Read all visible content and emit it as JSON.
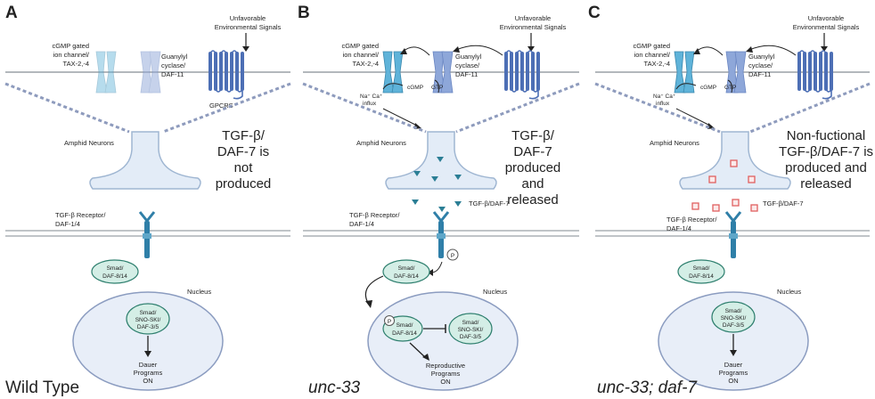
{
  "panels": [
    {
      "letter": "A",
      "title": "Wild Type",
      "title_italic": false,
      "signals": [
        "Unfavorable",
        "Environmental Signals"
      ],
      "channel_label": [
        "cGMP gated",
        "ion channel/",
        "TAX-2,-4"
      ],
      "cyclase_label": [
        "Guanylyl",
        "cyclase/",
        "DAF-11"
      ],
      "gpcr_label": "GPCRS",
      "neuron_label": "Amphid Neurons",
      "daf7_status": [
        "TGF-β/",
        "DAF-7 is",
        "not",
        "produced"
      ],
      "receptor_label": [
        "TGF-β Receptor/",
        "DAF-1/4"
      ],
      "smad_label": [
        "Smad/",
        "DAF-8/14"
      ],
      "nucleus_label": "Nucleus",
      "complex_label": [
        "Smad/",
        "SNO-SKI/",
        "DAF-3/5"
      ],
      "outcome": [
        "Dauer",
        "Programs",
        "ON"
      ]
    },
    {
      "letter": "B",
      "title": "unc-33",
      "title_italic": true,
      "signals": [
        "Unfavorable",
        "Environmental Signals"
      ],
      "channel_label": [
        "cGMP gated",
        "ion channel/",
        "TAX-2,-4"
      ],
      "cyclase_label": [
        "Guanylyl",
        "cyclase/",
        "DAF-11"
      ],
      "cgmp_label": "cGMP",
      "gtp_label": "GTP",
      "influx_label": [
        "Na⁺ Ca⁺",
        "influx"
      ],
      "neuron_label": "Amphid Neurons",
      "daf7_status": [
        "TGF-β/",
        "DAF-7",
        "produced",
        "and",
        "released"
      ],
      "ligand_label": "TGF-β/DAF-7",
      "receptor_label": [
        "TGF-β Receptor/",
        "DAF-1/4"
      ],
      "p_label": "P",
      "smad_label": [
        "Smad/",
        "DAF-8/14"
      ],
      "nucleus_label": "Nucleus",
      "complex_label": [
        "Smad/",
        "SNO-SKI/",
        "DAF-3/5"
      ],
      "outcome": [
        "Reproductive",
        "Programs",
        "ON"
      ]
    },
    {
      "letter": "C",
      "title": "unc-33; daf-7",
      "title_italic": true,
      "signals": [
        "Unfavorable",
        "Environmental Signals"
      ],
      "channel_label": [
        "cGMP gated",
        "ion channel/",
        "TAX-2,-4"
      ],
      "cyclase_label": [
        "Guanylyl",
        "cyclase/",
        "DAF-11"
      ],
      "cgmp_label": "cGMP",
      "gtp_label": "GTP",
      "influx_label": [
        "Na⁺ Ca⁺",
        "influx"
      ],
      "neuron_label": "Amphid Neurons",
      "daf7_status": [
        "Non-fuctional",
        "TGF-β/DAF-7 is",
        "produced and",
        "released"
      ],
      "ligand_label": "TGF-β/DAF-7",
      "receptor_label": [
        "TGF-β Receptor/",
        "DAF-1/4"
      ],
      "smad_label": [
        "Smad/",
        "DAF-8/14"
      ],
      "nucleus_label": "Nucleus",
      "complex_label": [
        "Smad/",
        "SNO-SKI/",
        "DAF-3/5"
      ],
      "outcome": [
        "Dauer",
        "Programs",
        "ON"
      ]
    }
  ],
  "colors": {
    "membrane": "#9aa0a6",
    "dashed": "#8e9bbd",
    "neuron_fill": "#e3ecf7",
    "neuron_stroke": "#9fb6d2",
    "nucleus_fill": "#e8eef8",
    "nucleus_stroke": "#8b9cc0",
    "smad_fill": "#d4eee6",
    "smad_stroke": "#2e7f6e",
    "channel": "#5fb3d9",
    "cyclase": "#8ea7d9",
    "gpcr": "#4d6fb5",
    "receptor": "#2f7fa8",
    "ligand_b": "#2b7e95",
    "ligand_c": "#e06060"
  }
}
